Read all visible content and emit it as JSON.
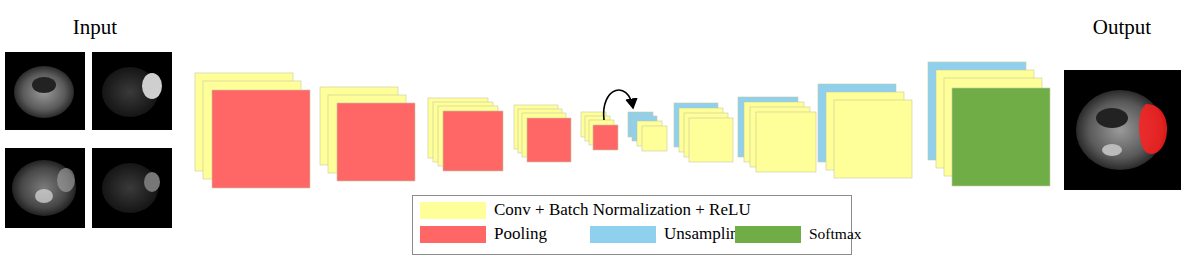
{
  "diagram": {
    "labels": [
      "Input",
      "Output"
    ],
    "legend": [
      {
        "text": "Conv + Batch Normalization + ReLU",
        "color": "#ffff99"
      },
      {
        "text": "Pooling",
        "color": "#ff6666"
      },
      {
        "text": "Unsampling",
        "color": "#8ed0ee"
      },
      {
        "text": "Softmax",
        "color": "#70ad47"
      }
    ]
  }
}
